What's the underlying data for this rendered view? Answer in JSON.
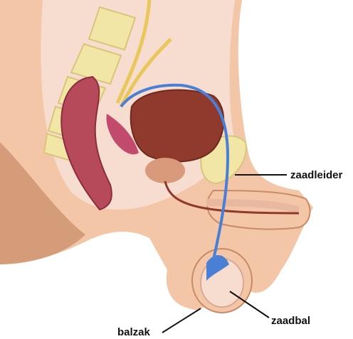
{
  "labels": {
    "vas_deferens": "zaadleider",
    "testis": "zaadbal",
    "scrotum": "balzak"
  },
  "colors": {
    "skin": "#f2c6a6",
    "skin_shadow": "#c98a66",
    "cavity": "#f7ddd0",
    "bone": "#f2e6a7",
    "bone_edge": "#d9c57a",
    "rectum": "#b6495a",
    "bladder": "#8f3a2c",
    "prostate": "#d99a7b",
    "vessel_blue": "#4a7fd6",
    "nerve_yellow": "#e9c75a",
    "vesicle_red": "#c24a6c",
    "penis_tissue": "#e8b8a0",
    "leader_line": "#111111"
  }
}
